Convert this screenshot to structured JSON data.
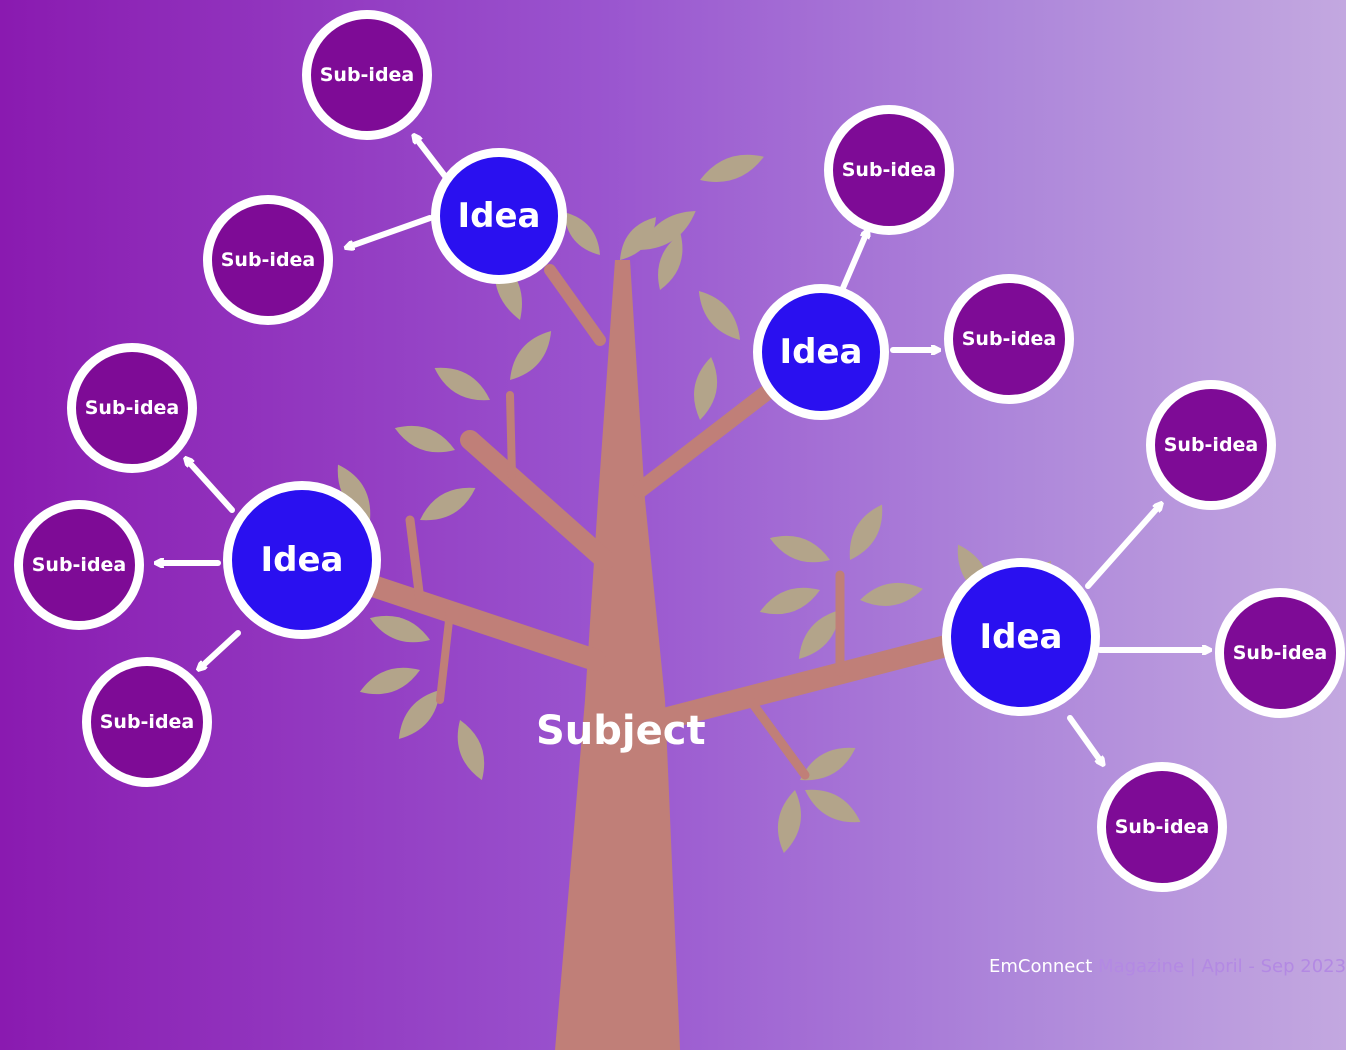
{
  "colors": {
    "idea_fill": "#2a10f0",
    "subidea_fill": "#7e0b96",
    "trunk": "#c07f78",
    "leaf": "#b3a48a",
    "ring": "#ffffff"
  },
  "subject": "Subject",
  "ideas": [
    {
      "label": "Idea",
      "subideas": [
        "Sub-idea",
        "Sub-idea"
      ]
    },
    {
      "label": "Idea",
      "subideas": [
        "Sub-idea",
        "Sub-idea"
      ]
    },
    {
      "label": "Idea",
      "subideas": [
        "Sub-idea",
        "Sub-idea",
        "Sub-idea"
      ]
    },
    {
      "label": "Idea",
      "subideas": [
        "Sub-idea",
        "Sub-idea",
        "Sub-idea"
      ]
    }
  ],
  "footer": {
    "brand": "EmConnect",
    "rest": " Magazine | April - Sep 2023"
  }
}
